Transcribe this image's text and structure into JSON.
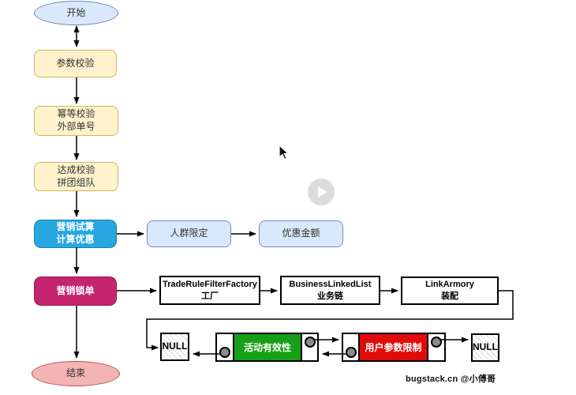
{
  "nodes": {
    "start": "开始",
    "param_check": "参数校验",
    "idempotent_check": "幂等校验\n外部单号",
    "achievement_check": "达成校验\n拼团组队",
    "marketing_trial": "营销试算\n计算优惠",
    "crowd_limit": "人群限定",
    "discount_amount": "优惠金额",
    "marketing_lock": "营销锁单",
    "factory": "TradeRuleFilterFactory\n工厂",
    "business_chain": "BusinessLinkedList\n业务链",
    "link_armory": "LinkArmory\n装配",
    "end": "结束"
  },
  "linked_list": {
    "null_left": "NULL",
    "activity_validity": "活动有效性",
    "user_param_limit": "用户参数限制",
    "null_right": "NULL"
  },
  "watermark": "bugstack.cn @小傅哥",
  "icons": {
    "play": "▶",
    "cursor": "↖"
  },
  "colors": {
    "yellow_fill": "#fff2cc",
    "yellow_border": "#d6b656",
    "lightblue_fill": "#dae8fc",
    "lightblue_border": "#6c8ebf",
    "blue_fill": "#27a7e0",
    "blue_border": "#1c7fb0",
    "magenta_fill": "#c4256e",
    "magenta_border": "#9a1a55",
    "end_fill": "#f2b4b4",
    "end_border": "#b85450",
    "green_fill": "#17a017",
    "red_fill": "#e00b0b",
    "line_color": "#000000",
    "dot_fill": "#8c8c8c",
    "play_bg": "#dcdcdc"
  }
}
